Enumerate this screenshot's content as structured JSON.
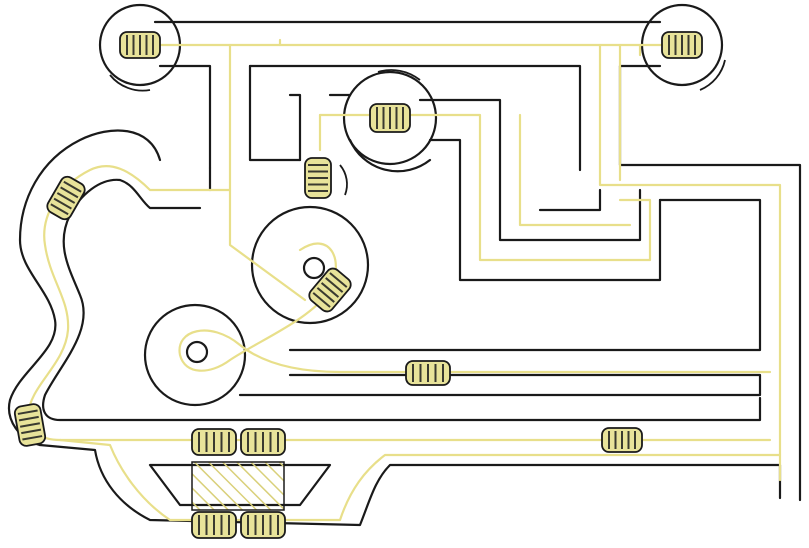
{
  "diagram": {
    "kind": "track-layout-sketch",
    "colors": {
      "background": "#ffffff",
      "track_outline": "#1a1a1a",
      "guide_line": "#e8df8a",
      "vehicle_fill": "#e8e39a",
      "vehicle_stripe": "#3a3a30",
      "hatch": "#d9d07a"
    },
    "vehicles": [
      {
        "name": "vehicle-turntable-top-left",
        "note": "rotating"
      },
      {
        "name": "vehicle-turntable-top-right",
        "note": "rotating"
      },
      {
        "name": "vehicle-turntable-center",
        "note": "rotating"
      },
      {
        "name": "vehicle-beside-turntable",
        "note": "rotating"
      },
      {
        "name": "vehicle-left-curve",
        "note": ""
      },
      {
        "name": "vehicle-figure-eight",
        "note": ""
      },
      {
        "name": "vehicle-middle-straight",
        "note": ""
      },
      {
        "name": "vehicle-lower-straight",
        "note": ""
      },
      {
        "name": "vehicle-bottom-left",
        "note": ""
      },
      {
        "name": "vehicle-platform-top-a",
        "note": ""
      },
      {
        "name": "vehicle-platform-top-b",
        "note": ""
      },
      {
        "name": "vehicle-platform-bottom-a",
        "note": ""
      },
      {
        "name": "vehicle-platform-bottom-b",
        "note": ""
      }
    ],
    "platform": {
      "name": "loading-platform",
      "pattern": "hatched"
    }
  }
}
